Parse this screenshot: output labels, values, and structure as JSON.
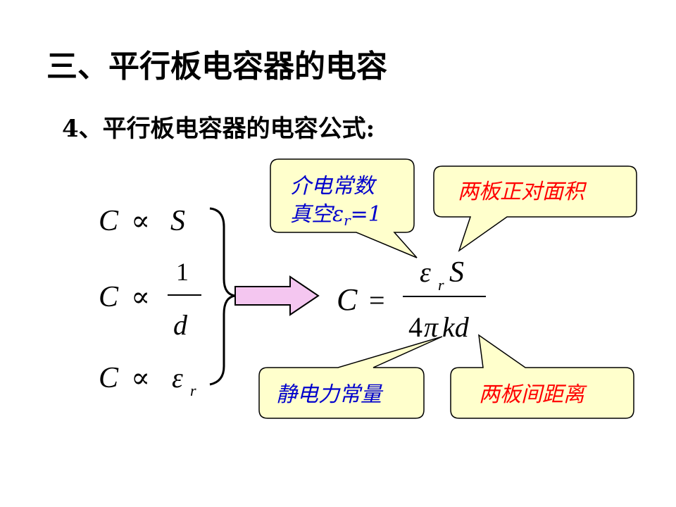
{
  "slide": {
    "title": "三、平行板电容器的电容",
    "subtitle": "4、平行板电容器的电容公式:"
  },
  "relations": {
    "r1": {
      "lhs": "C",
      "op": "∝",
      "rhs": "S"
    },
    "r2": {
      "lhs": "C",
      "op": "∝",
      "numerator": "1",
      "denominator": "d"
    },
    "r3": {
      "lhs": "C",
      "op": "∝",
      "rhs": "ε",
      "sub": "r"
    }
  },
  "formula": {
    "lhs": "C",
    "eq": "=",
    "num_eps": "ε",
    "num_sub": "r",
    "num_S": "S",
    "den_4": "4",
    "den_pi": "π",
    "den_kd": "kd"
  },
  "callouts": {
    "dielectric": {
      "line1": "介电常数",
      "line2_prefix": "真空",
      "line2_eps": "ε",
      "line2_sub": "r",
      "line2_suffix": "=1"
    },
    "area": {
      "text": "两板正对面积"
    },
    "coulomb": {
      "text": "静电力常量"
    },
    "distance": {
      "text": "两板间距离"
    }
  },
  "colors": {
    "callout_fill": "#ffffcc",
    "callout_stroke": "#000000",
    "blue_text": "#0000cc",
    "red_text": "#ff0000",
    "arrow_fill": "#f4c6f0"
  }
}
